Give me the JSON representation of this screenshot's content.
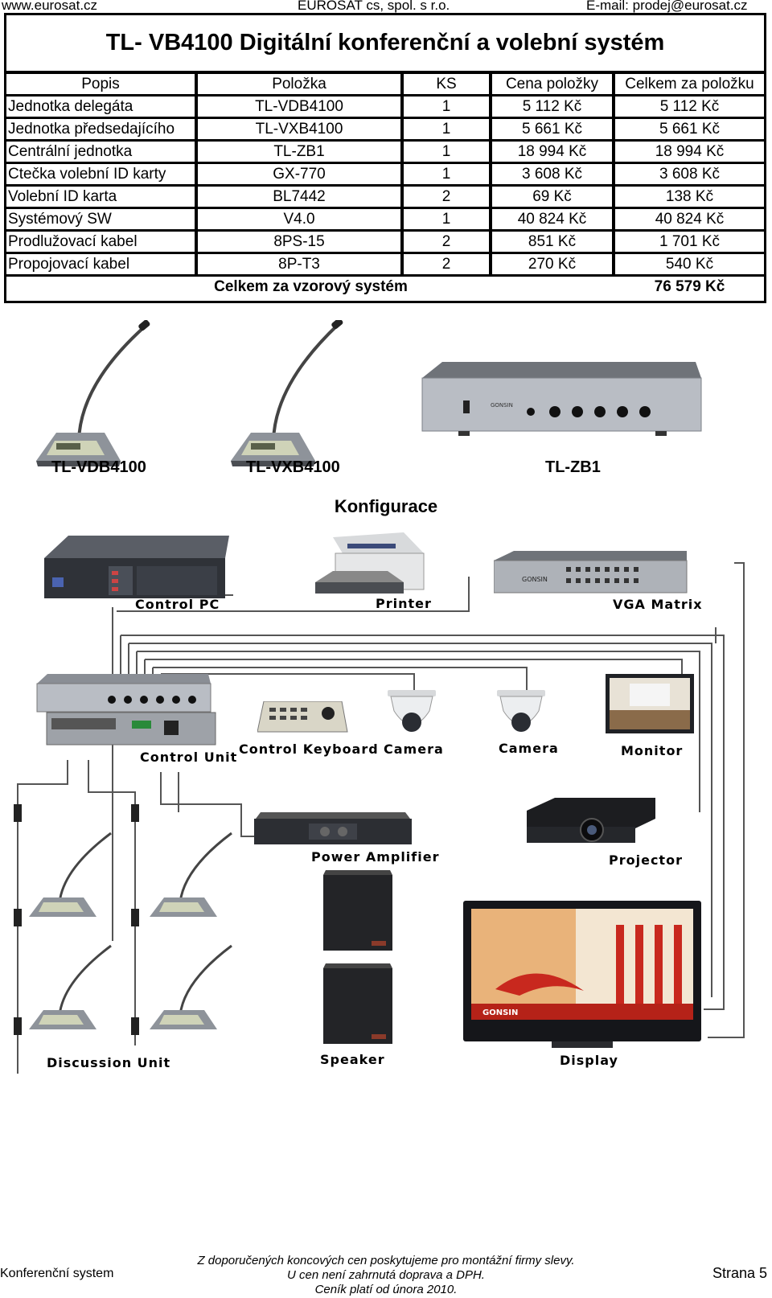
{
  "header": {
    "website": "www.eurosat.cz",
    "company": "EUROSAT cs, spol. s r.o.",
    "email": "E-mail: prodej@eurosat.cz"
  },
  "title": "TL- VB4100  Digitální konferenční a volební systém",
  "table": {
    "columns": [
      "Popis",
      "Položka",
      "KS",
      "Cena položky",
      "Celkem za položku"
    ],
    "rows": [
      [
        "Jednotka delegáta",
        "TL-VDB4100",
        "1",
        "5 112 Kč",
        "5 112 Kč"
      ],
      [
        "Jednotka předsedajícího",
        "TL-VXB4100",
        "1",
        "5 661 Kč",
        "5 661 Kč"
      ],
      [
        "Centrální jednotka",
        "TL-ZB1",
        "1",
        "18 994 Kč",
        "18 994 Kč"
      ],
      [
        "Ctečka volební ID karty",
        "GX-770",
        "1",
        "3 608 Kč",
        "3 608 Kč"
      ],
      [
        "Volební ID karta",
        "BL7442",
        "2",
        "69 Kč",
        "138 Kč"
      ],
      [
        "Systémový SW",
        "V4.0",
        "1",
        "40 824 Kč",
        "40 824 Kč"
      ],
      [
        "Prodlužovací kabel",
        "8PS-15",
        "2",
        "851 Kč",
        "1 701 Kč"
      ],
      [
        "Propojovací kabel",
        "8P-T3",
        "2",
        "270 Kč",
        "540 Kč"
      ]
    ],
    "total_label": "Celkem za vzorový systém",
    "total_value": "76 579 Kč"
  },
  "products": {
    "delegate": "TL-VDB4100",
    "chairman": "TL-VXB4100",
    "central": "TL-ZB1"
  },
  "brand": "GONSIN",
  "config_title": "Konfigurace",
  "devices": {
    "control_pc": "Control PC",
    "printer": "Printer",
    "vga_matrix": "VGA Matrix",
    "control_unit": "Control Unit",
    "control_keyboard": "Control Keyboard",
    "camera1": "Camera",
    "camera2": "Camera",
    "monitor": "Monitor",
    "power_amplifier": "Power Amplifier",
    "projector": "Projector",
    "speaker": "Speaker",
    "display": "Display",
    "discussion_unit": "Discussion Unit"
  },
  "footer": {
    "left": "Konferenční system",
    "line1": "Z doporučených koncových cen poskytujeme pro montážní firmy slevy.",
    "line2": "U cen není zahrnutá doprava a DPH.",
    "line3": "Ceník platí od února 2010.",
    "page": "Strana 5"
  },
  "colors": {
    "device_dark": "#2f3238",
    "device_silver": "#b9bdc4",
    "wire": "#555555",
    "display_red": "#c8281e"
  }
}
